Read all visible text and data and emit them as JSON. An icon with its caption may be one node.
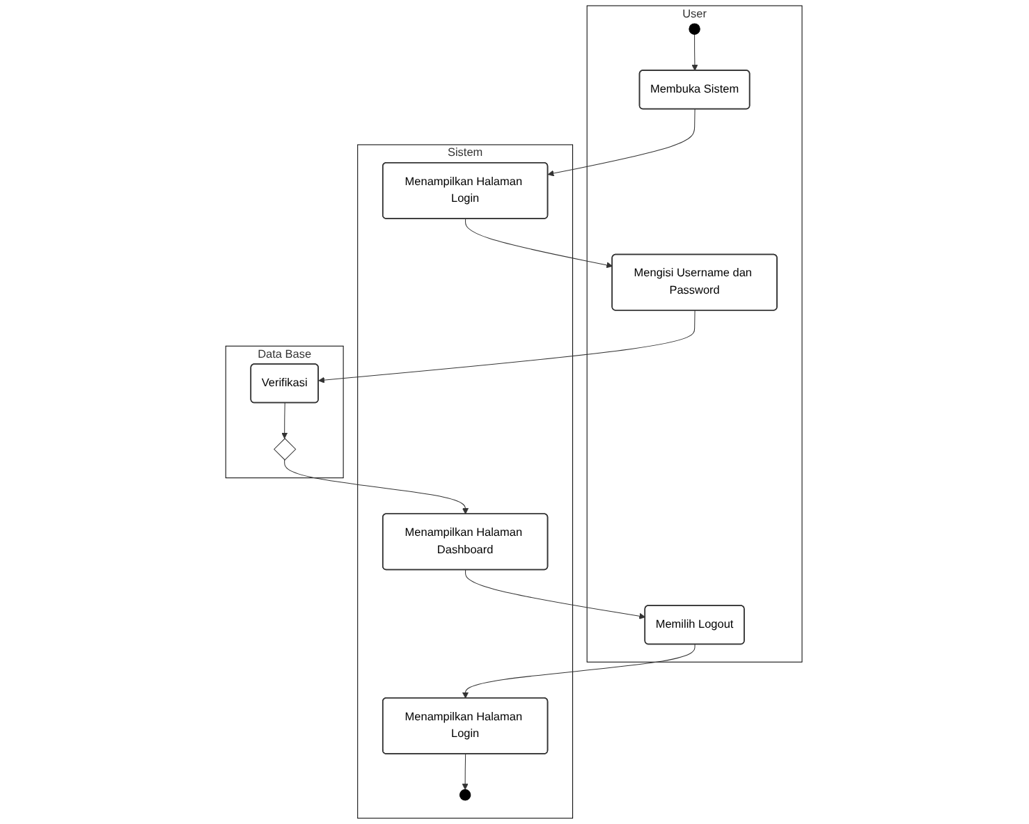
{
  "diagram": {
    "nodes": [
      {
        "text": [
          "User"
        ]
      },
      {
        "text": [
          "Sistem"
        ]
      },
      {
        "text": [
          "Data Base"
        ]
      },
      {
        "text": [],
        "shape": "circle",
        "in": 0
      },
      {
        "text": [
          "Membuka Sistem"
        ],
        "in": 0
      },
      {
        "text": [
          "Menampilkan Halaman Login"
        ],
        "in": 1
      },
      {
        "text": [
          "Mengisi Username dan Password"
        ],
        "in": 0
      },
      {
        "text": [
          "Verifikasi"
        ],
        "in": 2
      },
      {
        "text": [],
        "shape": "diamond",
        "in": 2
      },
      {
        "text": [
          "Menampilkan Halaman Dashboard"
        ],
        "in": 1
      },
      {
        "text": [
          "Memilih Logout"
        ],
        "in": 0
      },
      {
        "text": [
          "Menampilkan Halaman Login"
        ],
        "in": 1
      },
      {
        "text": [],
        "shape": "circle",
        "in": 1
      }
    ],
    "edges": [
      {
        "from": 3,
        "to": 4,
        "arrow": "to"
      },
      {
        "from": 4,
        "to": 5,
        "arrow": "to"
      },
      {
        "from": 5,
        "to": 6,
        "arrow": "to"
      },
      {
        "from": 6,
        "to": 7,
        "arrow": "to"
      },
      {
        "from": 7,
        "to": 8,
        "arrow": "to"
      },
      {
        "from": 8,
        "to": 9,
        "arrow": "to"
      },
      {
        "from": 9,
        "to": 10,
        "arrow": "to"
      },
      {
        "from": 10,
        "to": 11,
        "arrow": "to"
      },
      {
        "from": 11,
        "to": 12,
        "arrow": "to"
      }
    ]
  }
}
